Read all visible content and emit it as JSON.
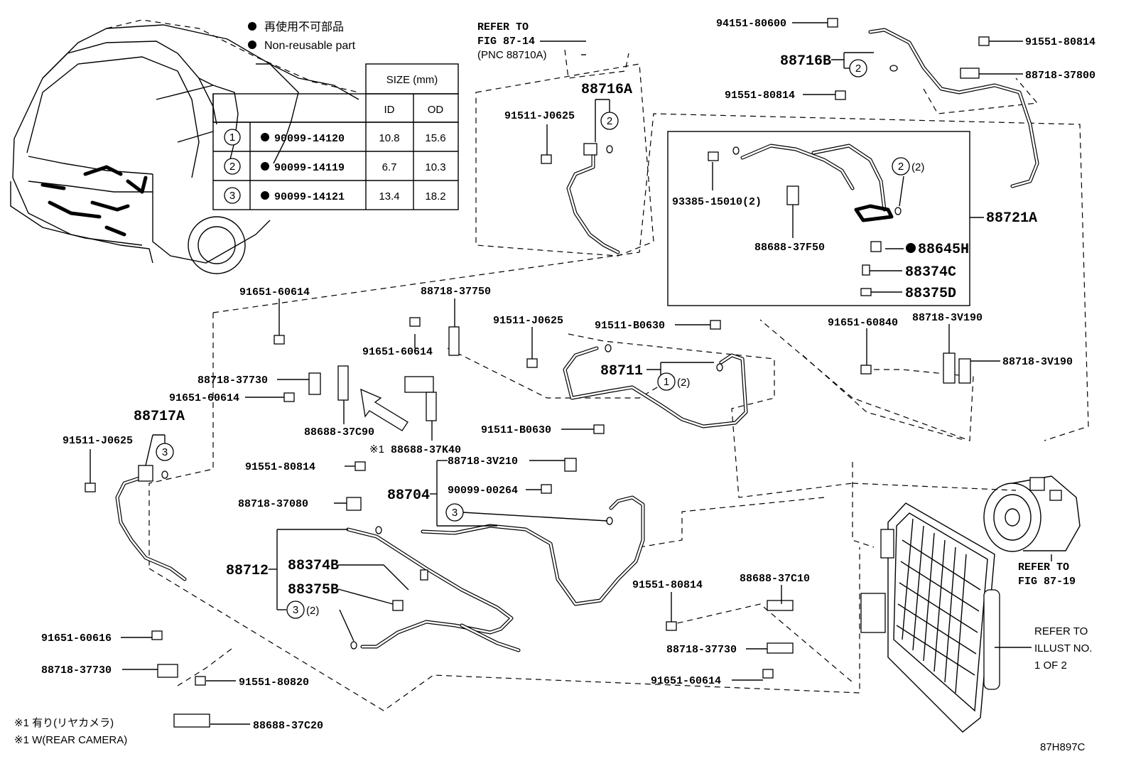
{
  "legend": {
    "jp": "再使用不可部品",
    "en": "Non-reusable part"
  },
  "size_table": {
    "header": "SIZE (mm)",
    "col_id": "ID",
    "col_od": "OD",
    "rows": [
      {
        "num": "1",
        "part": "90099-14120",
        "id": "10.8",
        "od": "15.6"
      },
      {
        "num": "2",
        "part": "90099-14119",
        "id": "6.7",
        "od": "10.3"
      },
      {
        "num": "3",
        "part": "90099-14121",
        "id": "13.4",
        "od": "18.2"
      }
    ]
  },
  "refs": {
    "top_line1": "REFER TO",
    "top_line2": "FIG 87-14",
    "top_line3": "(PNC 88710A)",
    "right_line1": "REFER TO",
    "right_line2": "FIG 87-19",
    "illust_line1": "REFER TO",
    "illust_line2": "ILLUST NO.",
    "illust_line3": "1 OF 2"
  },
  "labels": {
    "p94151_80600": "94151-80600",
    "p91551_80814_a": "91551-80814",
    "p88716B": "88716B",
    "p88718_37800": "88718-37800",
    "p91551_80814_b": "91551-80814",
    "p88716A": "88716A",
    "p91511_J0625_a": "91511-J0625",
    "p93385_15010": "93385-15010(2)",
    "p88688_37F50": "88688-37F50",
    "c2_2": "(2)",
    "p88721A": "88721A",
    "p88645H": "88645H",
    "p88374C": "88374C",
    "p88375D": "88375D",
    "p91651_60614_a": "91651-60614",
    "p88718_37750": "88718-37750",
    "p91651_60614_b": "91651-60614",
    "p91511_J0625_b": "91511-J0625",
    "p91511_B0630_a": "91511-B0630",
    "p91651_60840": "91651-60840",
    "p88718_3V190_a": "88718-3V190",
    "p88718_3V190_b": "88718-3V190",
    "p88711": "88711",
    "c1_2": "(2)",
    "p88718_37730_a": "88718-37730",
    "p91651_60614_c": "91651-60614",
    "p88688_37C90": "88688-37C90",
    "p88688_37K40": "88688-37K40",
    "note_mark": "※1",
    "p88717A": "88717A",
    "p91511_J0625_c": "91511-J0625",
    "p91511_B0630_b": "91511-B0630",
    "p88718_3V210": "88718-3V210",
    "p91551_80814_c": "91551-80814",
    "p88704": "88704",
    "p90099_00264": "90099-00264",
    "p88718_37080": "88718-37080",
    "p88712": "88712",
    "p88374B": "88374B",
    "p88375B": "88375B",
    "c3_2": "(2)",
    "p91551_80814_d": "91551-80814",
    "p88688_37C10": "88688-37C10",
    "p88718_37730_b": "88718-37730",
    "p91651_60614_d": "91651-60614",
    "p91651_60616": "91651-60616",
    "p88718_37730_c": "88718-37730",
    "p91551_80820": "91551-80820",
    "p88688_37C20": "88688-37C20"
  },
  "footnotes": {
    "jp": "※1 有り(リヤカメラ)",
    "en": "※1 W(REAR CAMERA)"
  },
  "illustration_code": "87H897C"
}
